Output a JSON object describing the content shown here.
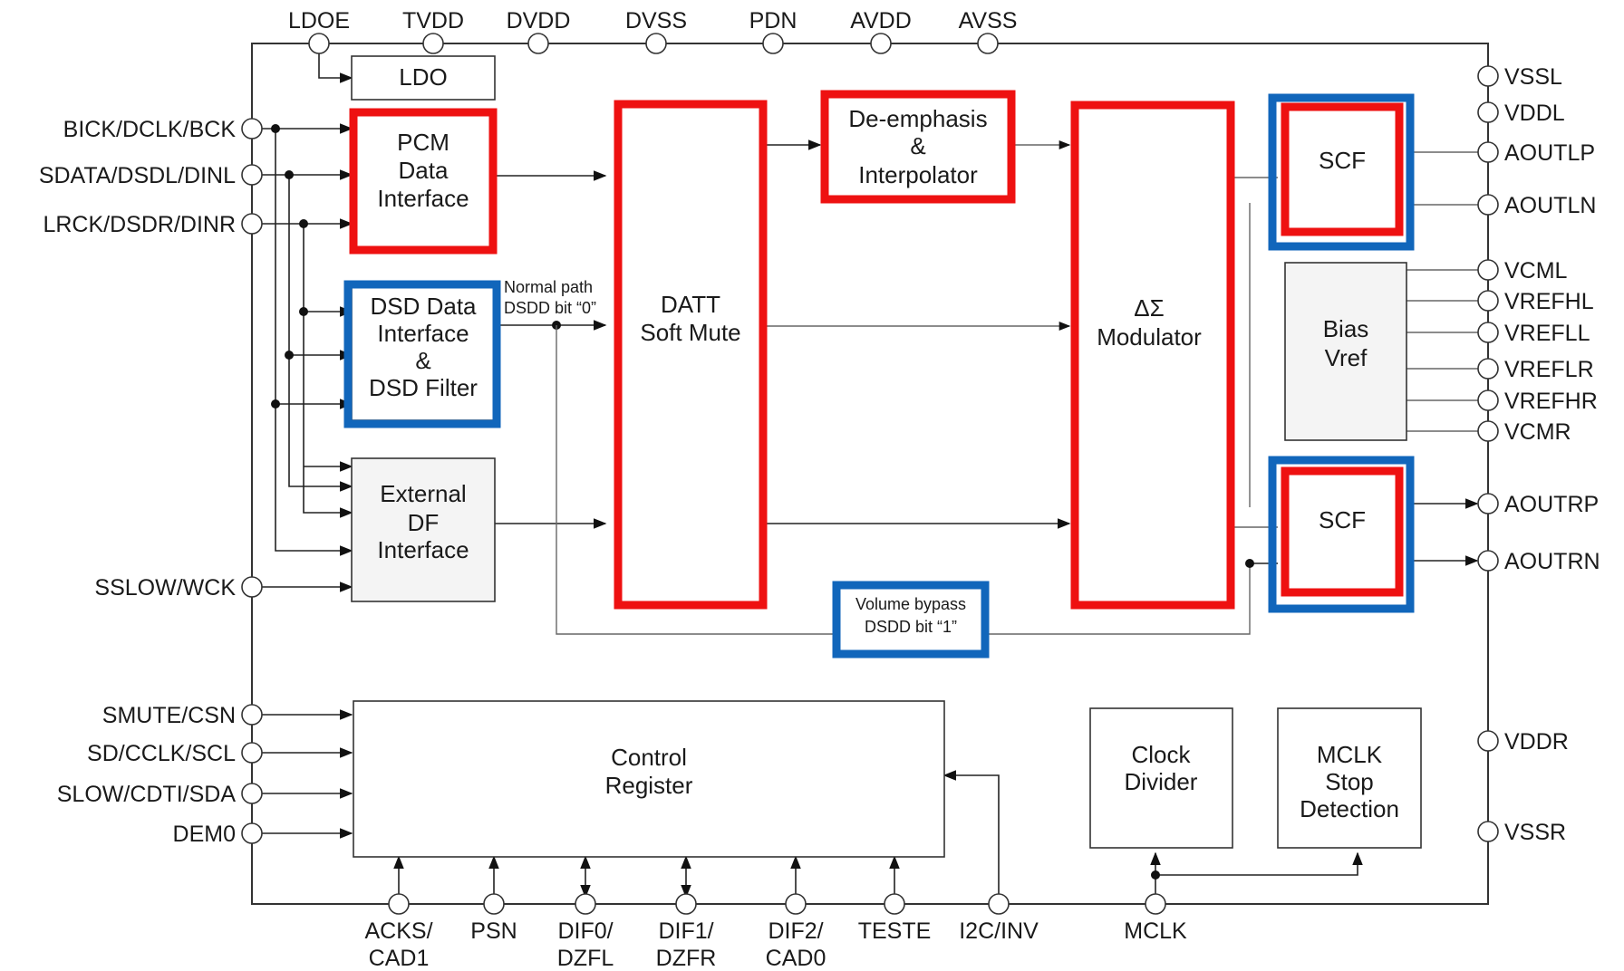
{
  "pins": {
    "top": [
      "LDOE",
      "TVDD",
      "DVDD",
      "DVSS",
      "PDN",
      "AVDD",
      "AVSS"
    ],
    "left": [
      "BICK/DCLK/BCK",
      "SDATA/DSDL/DINL",
      "LRCK/DSDR/DINR",
      "SSLOW/WCK",
      "SMUTE/CSN",
      "SD/CCLK/SCL",
      "SLOW/CDTI/SDA",
      "DEM0"
    ],
    "right": [
      "VSSL",
      "VDDL",
      "AOUTLP",
      "AOUTLN",
      "VCML",
      "VREFHL",
      "VREFLL",
      "VREFLR",
      "VREFHR",
      "VCMR",
      "AOUTRP",
      "AOUTRN",
      "VDDR",
      "VSSR"
    ],
    "bottom": [
      {
        "line1": "ACKS/",
        "line2": "CAD1"
      },
      {
        "line1": "PSN",
        "line2": ""
      },
      {
        "line1": "DIF0/",
        "line2": "DZFL"
      },
      {
        "line1": "DIF1/",
        "line2": "DZFR"
      },
      {
        "line1": "DIF2/",
        "line2": "CAD0"
      },
      {
        "line1": "TESTE",
        "line2": ""
      },
      {
        "line1": "I2C/INV",
        "line2": ""
      },
      {
        "line1": "MCLK",
        "line2": ""
      }
    ]
  },
  "blocks": {
    "ldo": "LDO",
    "pcm": [
      "PCM",
      "Data",
      "Interface"
    ],
    "dsd": [
      "DSD Data",
      "Interface",
      "&",
      "DSD Filter"
    ],
    "ext": [
      "External",
      "DF",
      "Interface"
    ],
    "datt": [
      "DATT",
      "Soft Mute"
    ],
    "deemph": [
      "De-emphasis",
      "&",
      "Interpolator"
    ],
    "modulator": [
      "ΔΣ",
      "Modulator"
    ],
    "scf_l": "SCF",
    "scf_r": "SCF",
    "bias": [
      "Bias",
      "Vref"
    ],
    "control": [
      "Control",
      "Register"
    ],
    "clock": [
      "Clock",
      "Divider"
    ],
    "mclk_stop": [
      "MCLK",
      "Stop",
      "Detection"
    ]
  },
  "annotations": {
    "normal_path": [
      "Normal path",
      "DSDD bit “0”"
    ],
    "volume_bypass": [
      "Volume bypass",
      "DSDD bit “1”"
    ]
  },
  "highlight_colors": {
    "red": "#ee1111",
    "blue": "#1166bb"
  }
}
